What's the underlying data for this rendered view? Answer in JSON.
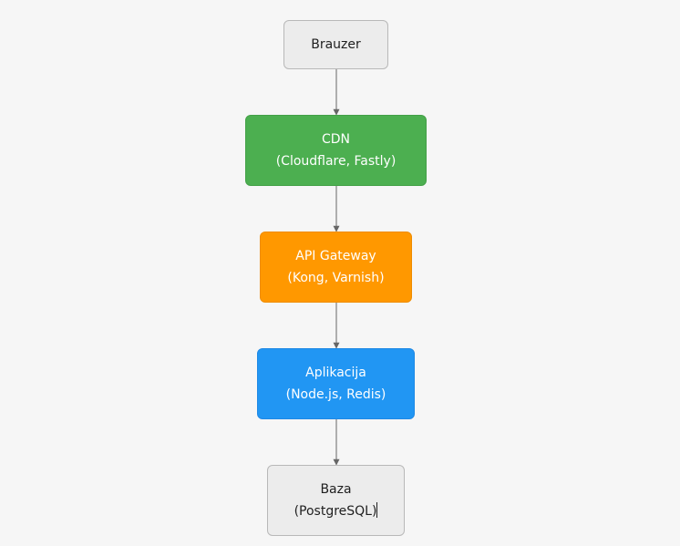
{
  "diagram": {
    "nodes": [
      {
        "id": "browser",
        "lines": [
          "Brauzer"
        ]
      },
      {
        "id": "cdn",
        "lines": [
          "CDN",
          "(Cloudflare, Fastly)"
        ]
      },
      {
        "id": "gateway",
        "lines": [
          "API Gateway",
          "(Kong, Varnish)"
        ]
      },
      {
        "id": "app",
        "lines": [
          "Aplikacija",
          "(Node.js, Redis)"
        ]
      },
      {
        "id": "db",
        "lines": [
          "Baza",
          "(PostgreSQL)"
        ]
      }
    ],
    "edges": [
      {
        "from": "browser",
        "to": "cdn"
      },
      {
        "from": "cdn",
        "to": "gateway"
      },
      {
        "from": "gateway",
        "to": "app"
      },
      {
        "from": "app",
        "to": "db"
      }
    ],
    "colors": {
      "background": "#f6f6f6",
      "neutral_node": "#ececec",
      "cdn": "#4caf50",
      "gateway": "#ff9800",
      "app": "#2196f3",
      "edge": "#666666"
    }
  }
}
